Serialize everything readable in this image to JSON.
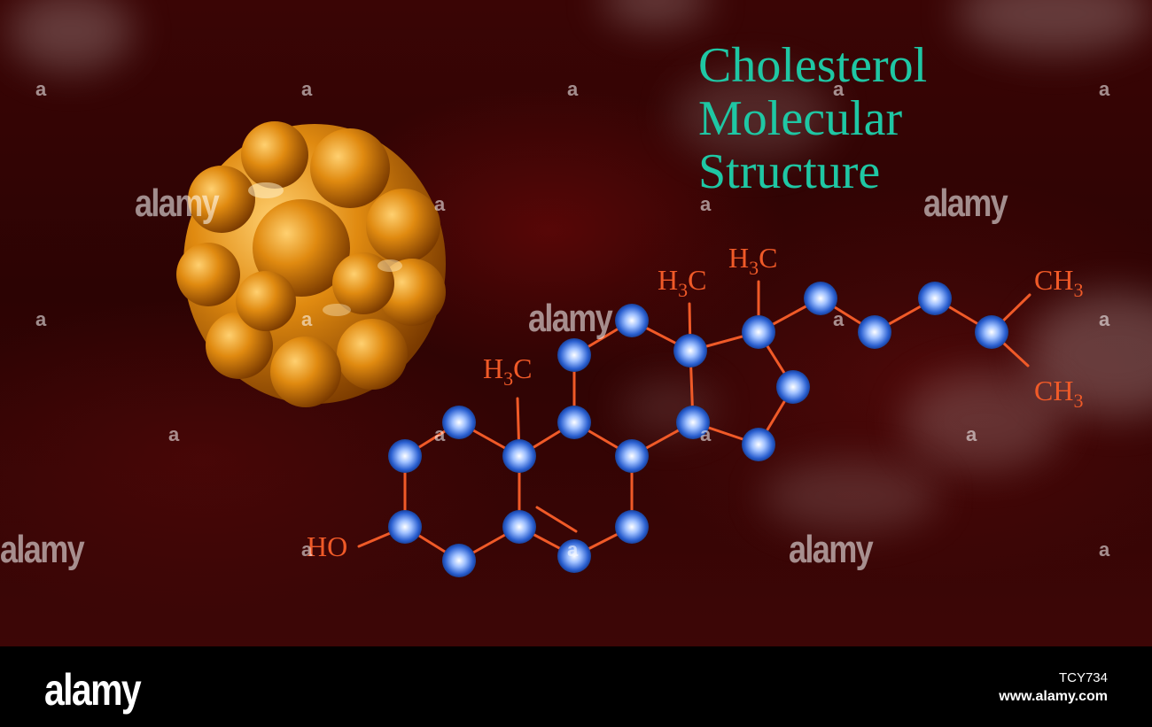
{
  "title_lines": [
    "Cholesterol",
    "Molecular",
    "Structure"
  ],
  "labels": {
    "h3c_left": {
      "main": "H",
      "sub": "3",
      "end": "C"
    },
    "h3c_mid": {
      "main": "H",
      "sub": "3",
      "end": "C"
    },
    "h3c_right": {
      "main": "H",
      "sub": "3",
      "end": "C"
    },
    "ch3_top": {
      "main": "CH",
      "sub": "3"
    },
    "ch3_bottom": {
      "main": "CH",
      "sub": "3"
    },
    "ho": "HO"
  },
  "watermark": {
    "brand": "alamy",
    "mark": "a"
  },
  "footer": {
    "logo": "alamy",
    "image_id": "TCY734",
    "url": "www.alamy.com"
  },
  "colors": {
    "title": "#1fc7a4",
    "bond": "#f05a28",
    "atom": "#2a5fd0",
    "blob": "#e08a10",
    "background": "#3a0505"
  }
}
